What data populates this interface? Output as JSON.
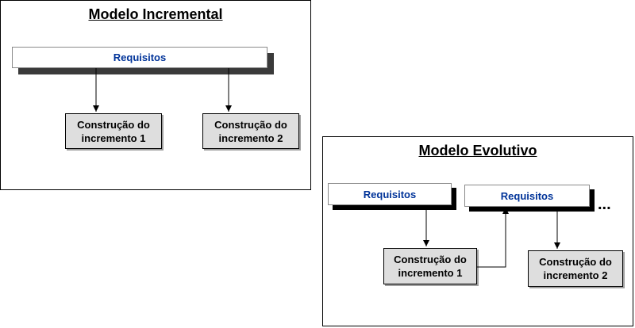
{
  "incremental": {
    "title": "Modelo Incremental",
    "requirements": "Requisitos",
    "build1": {
      "line1": "Construção do",
      "line2": "incremento 1"
    },
    "build2": {
      "line1": "Construção do",
      "line2": "incremento 2"
    }
  },
  "evolutivo": {
    "title": "Modelo Evolutivo",
    "requirements1": "Requisitos",
    "requirements2": "Requisitos",
    "build1": {
      "line1": "Construção do",
      "line2": "incremento 1"
    },
    "build2": {
      "line1": "Construção do",
      "line2": "incremento 2"
    },
    "continuation": "..."
  },
  "colors": {
    "requirement_text": "#003399",
    "build_fill": "#dedede",
    "shadow": "#000000"
  }
}
